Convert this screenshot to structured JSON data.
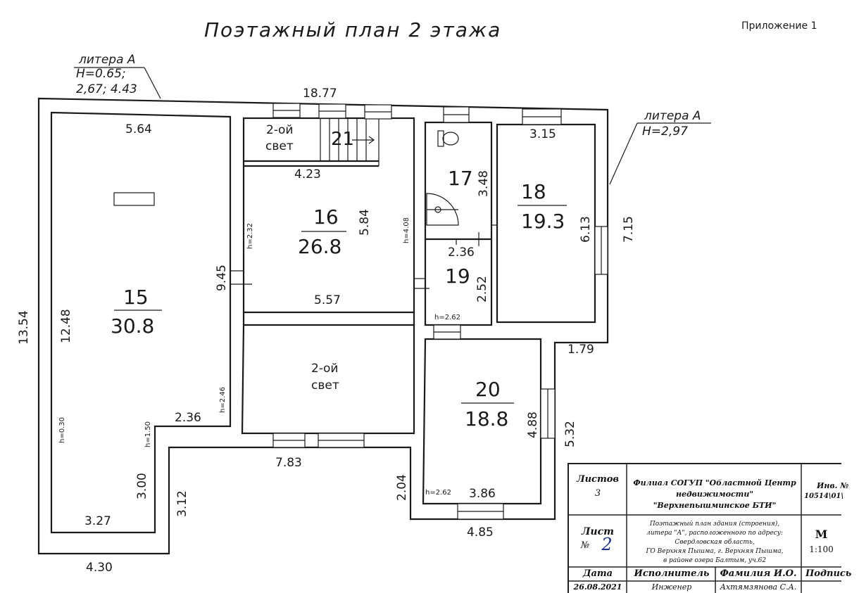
{
  "title": "Поэтажный план 2 этажа",
  "appendix": "Приложение 1",
  "litera_left": {
    "line1": "литера А",
    "line2": "H=0.65;",
    "line3": "2,67; 4.43"
  },
  "litera_right": {
    "line1": "литера А",
    "line2": "H=2,97"
  },
  "rooms": [
    {
      "num": "15",
      "area": "30.8"
    },
    {
      "num": "16",
      "area": "26.8"
    },
    {
      "num": "17",
      "area": ""
    },
    {
      "num": "18",
      "area": "19.3"
    },
    {
      "num": "19",
      "area": ""
    },
    {
      "num": "20",
      "area": "18.8"
    },
    {
      "num": "21",
      "area": ""
    }
  ],
  "second_light": {
    "line1": "2-ой",
    "line2": "свет"
  },
  "dimensions": {
    "top": "18.77",
    "r15_top": "5.64",
    "r15_height": "12.48",
    "total_left": "13.54",
    "r15_mid": "2.36",
    "r15_bottom_w": "3.27",
    "r15_low_h": "3.00",
    "outer_low_h": "3.12",
    "outer_bottom": "4.30",
    "r16_top": "4.23",
    "r16_h": "5.84",
    "r16_bottom": "5.57",
    "wall_945": "9.45",
    "r17_h": "3.48",
    "r19_w": "2.36",
    "r19_h": "2.52",
    "r18_w": "3.15",
    "r18_h": "6.13",
    "right_h": "7.15",
    "step": "1.79",
    "r20_h": "4.88",
    "outer_r20_h": "5.32",
    "r20_w": "3.86",
    "outer_r20_w": "4.85",
    "bottom_mid": "7.83",
    "step_h": "2.04"
  },
  "heights": {
    "h232": "h=2.32",
    "h408": "h=4.08",
    "h262a": "h=2.62",
    "h262b": "h=2.62",
    "h246": "h=2.46",
    "h150": "h=1.50",
    "h030": "h=0.30"
  },
  "stamp": {
    "sheets_label": "Листов",
    "sheets_value": "3",
    "org_line1": "Филиал СОГУП \"Областной Центр",
    "org_line2": "недвижимости\"",
    "org_line3": "\"Верхнепышминское БТИ\"",
    "inv_label": "Инв. №",
    "inv_value": "10514\\01\\",
    "sheet_label": "Лист",
    "sheet_no_label": "№",
    "sheet_no": "2",
    "desc_line1": "Поэтажный  план здания (строения),",
    "desc_line2": "литера \"А\", расположенного по адресу:",
    "desc_line3": "Свердловская область,",
    "desc_line4": "ГО Верхняя Пышма, г. Верхняя Пышма,",
    "desc_line5": "в районе озера Балтым, уч.62",
    "scale_label": "М",
    "scale_value": "1:100",
    "date_label": "Дата",
    "performer_label": "Исполнитель",
    "name_label": "Фамилия И.О.",
    "sign_label": "Подпись",
    "date_value": "26.08.2021",
    "performer_value": "Инженер",
    "name_value": "Ахтямзянова С.А."
  }
}
